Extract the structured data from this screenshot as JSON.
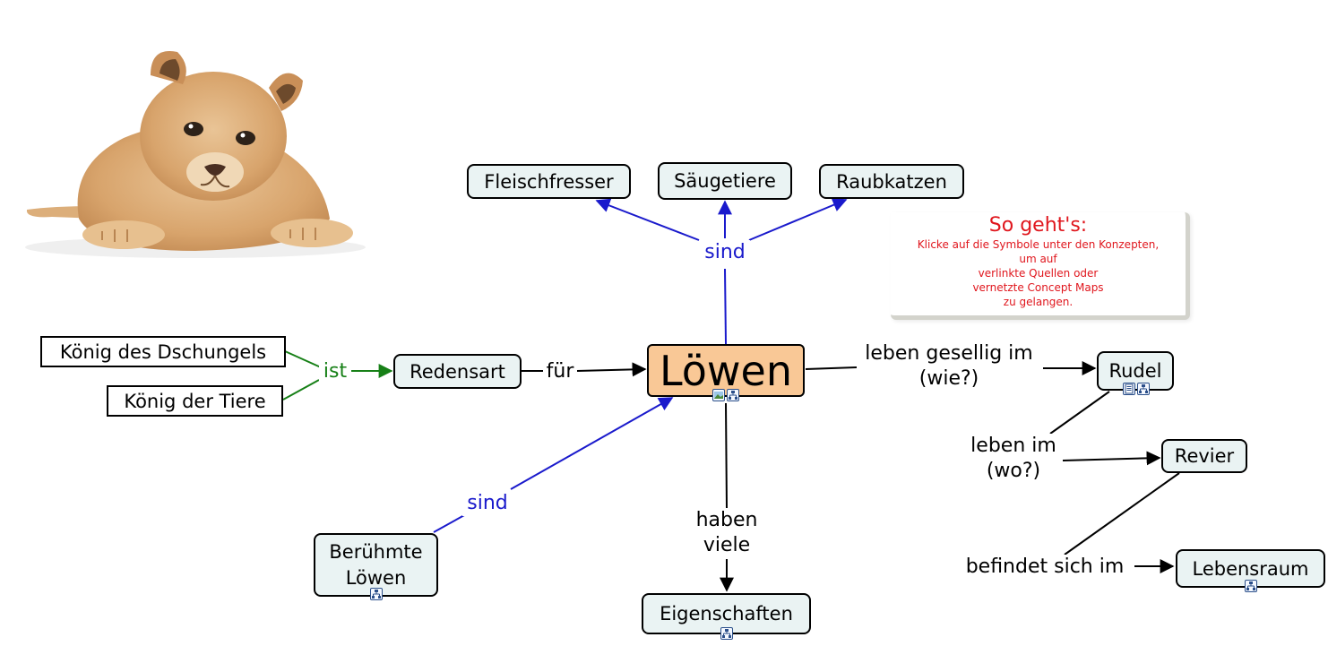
{
  "concepts": {
    "center": "Löwen",
    "fleischfresser": "Fleischfresser",
    "saeugetiere": "Säugetiere",
    "raubkatzen": "Raubkatzen",
    "koenig_dschungel": "König des Dschungels",
    "koenig_tiere": "König der Tiere",
    "redensart": "Redensart",
    "rudel": "Rudel",
    "revier": "Revier",
    "lebensraum": "Lebensraum",
    "beruehmte_line1": "Berühmte",
    "beruehmte_line2": "Löwen",
    "eigenschaften": "Eigenschaften"
  },
  "links": {
    "sind_top": "sind",
    "ist": "ist",
    "fuer": "für",
    "leben_gesellig_line1": "leben gesellig im",
    "leben_gesellig_line2": "(wie?)",
    "leben_im_line1": "leben im",
    "leben_im_line2": "(wo?)",
    "befindet": "befindet sich im",
    "sind_bottom": "sind",
    "haben_line1": "haben",
    "haben_line2": "viele"
  },
  "note": {
    "title": "So geht's:",
    "lines": [
      "Klicke auf die Symbole unter den Konzepten,",
      "um auf",
      "verlinkte Quellen oder",
      "vernetzte Concept Maps",
      "zu gelangen."
    ]
  },
  "colors": {
    "center_fill": "#f9c896",
    "concept_fill": "#eaf3f3",
    "blue_links": "#1a1acc",
    "green_links": "#178017",
    "note_text": "#e0161d"
  },
  "icons": {
    "image_resource": "image-icon",
    "concept_map_link": "concept-map-icon",
    "document_resource": "document-icon"
  }
}
